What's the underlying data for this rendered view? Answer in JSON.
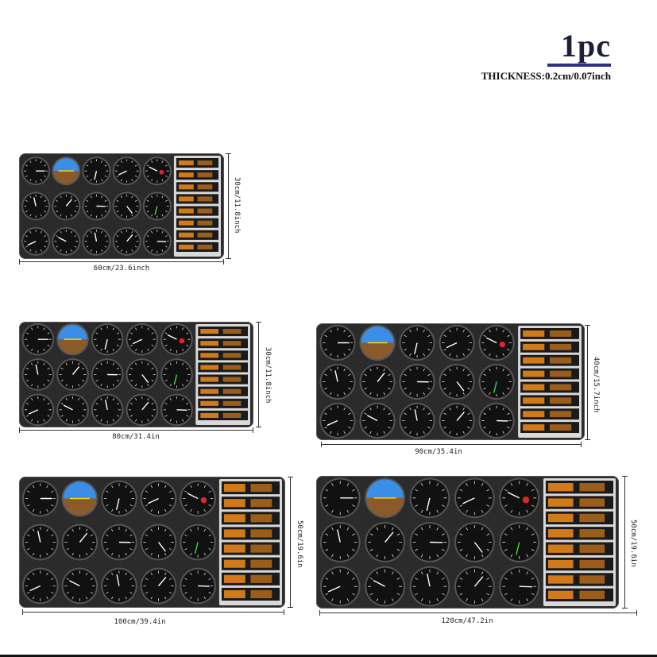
{
  "header": {
    "quantity": "1pc",
    "thickness": "THICKNESS:0.2cm/0.07inch"
  },
  "products": [
    {
      "width_label": "60cm/23.6inch",
      "height_label": "30cm/11.8inch"
    },
    {
      "width_label": "80cm/31.4in",
      "height_label": "30cm/11.8inch"
    },
    {
      "width_label": "90cm/35.4in",
      "height_label": "40cm/15.7inch"
    },
    {
      "width_label": "100cm/39.4in",
      "height_label": "50cm/19.6in"
    },
    {
      "width_label": "120cm/47.2in",
      "height_label": "50cm/19.6in"
    }
  ],
  "colors": {
    "panel": "#2b2b2b",
    "gauge_face": "#111111",
    "attitude_sky": "#3a8ee6",
    "attitude_ground": "#8a5a2b",
    "accent_blue": "#2a2f8e"
  }
}
